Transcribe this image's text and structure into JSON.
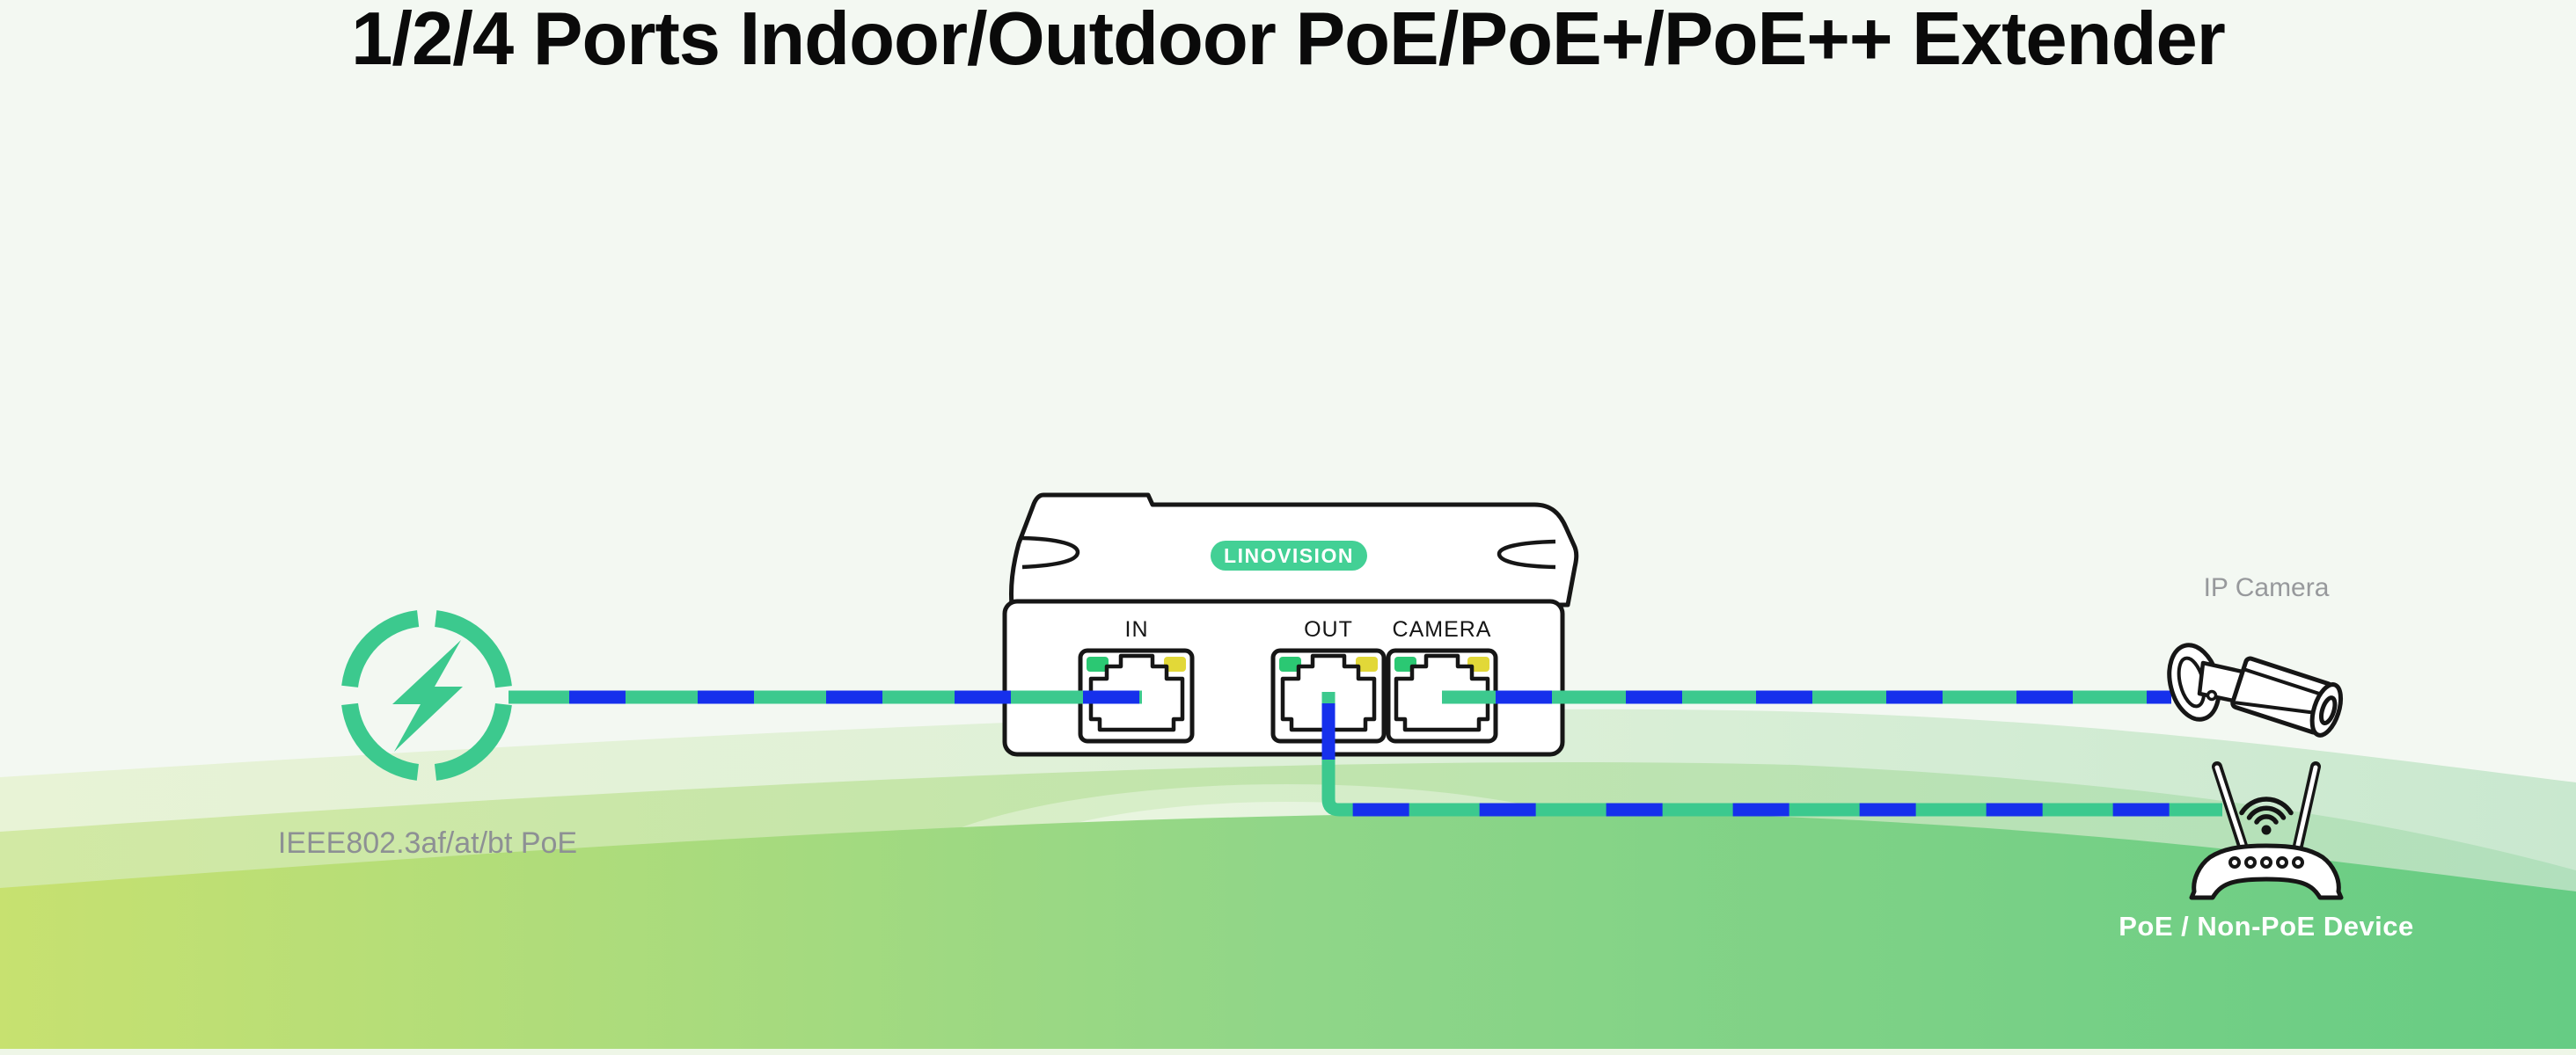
{
  "title": "1/2/4 Ports Indoor/Outdoor PoE/PoE+/PoE++ Extender",
  "source": {
    "label": "IEEE802.3af/at/bt PoE"
  },
  "extender": {
    "brand": "LINOVISION",
    "ports": {
      "in": "IN",
      "out": "OUT",
      "camera": "CAMERA"
    }
  },
  "camera": {
    "label": "IP Camera"
  },
  "endpoint": {
    "label": "PoE / Non-PoE Device"
  },
  "colors": {
    "background_top": "#f3f8f2",
    "accent_green": "#3cc98e",
    "cable_blue": "#1630ec",
    "led_green": "#2bc873",
    "led_yellow": "#e2d838",
    "brand_pill_green": "#43d095",
    "caption_gray": "#8d9094",
    "endpoint_text": "#ffffff",
    "band_left_green": "#c7e170",
    "band_right_green": "#6fcc84"
  }
}
